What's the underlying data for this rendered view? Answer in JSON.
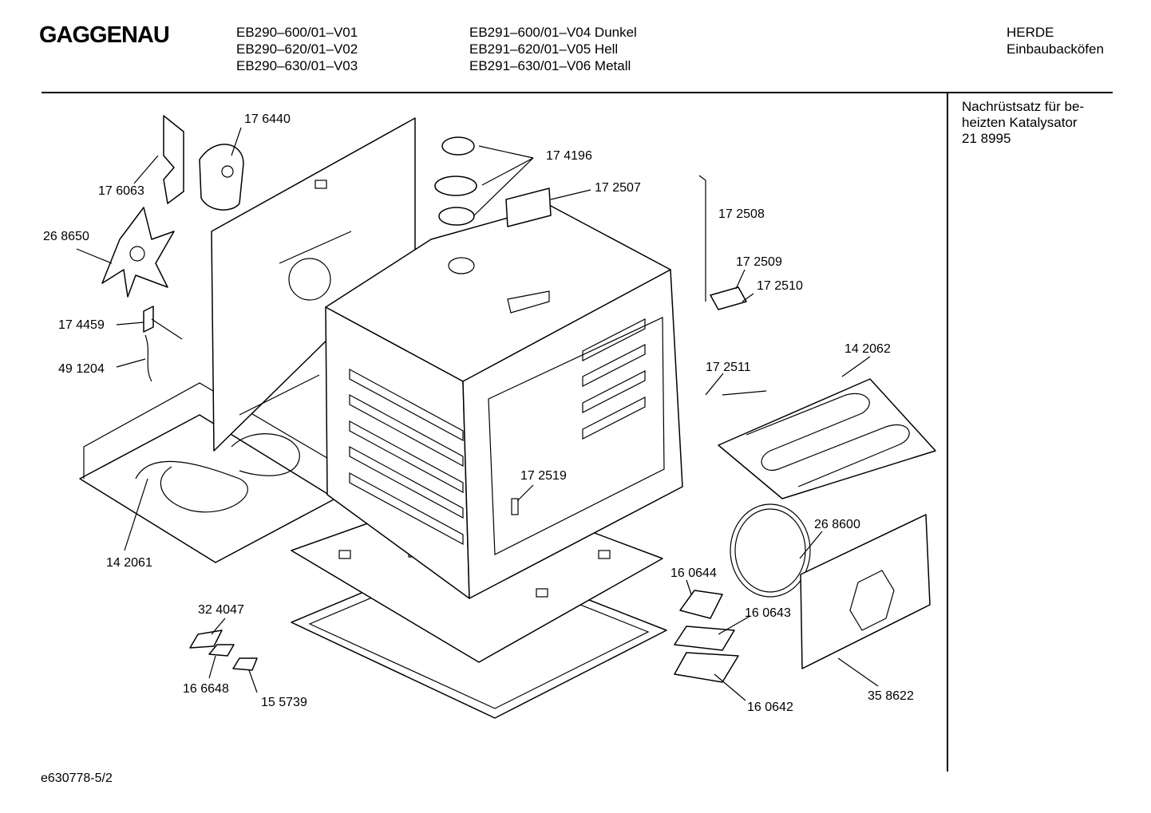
{
  "header": {
    "brand": "GAGGENAU",
    "models_col1": [
      "EB290–600/01–V01",
      "EB290–620/01–V02",
      "EB290–630/01–V03"
    ],
    "models_col2": [
      "EB291–600/01–V04 Dunkel",
      "EB291–620/01–V05 Hell",
      "EB291–630/01–V06 Metall"
    ],
    "category": [
      "HERDE",
      "Einbaubacköfen"
    ]
  },
  "retrofit_note": [
    "Nachrüstsatz für be-",
    "heizten Katalysator",
    "21 8995"
  ],
  "part_labels": {
    "p176440": "17 6440",
    "p176063": "17 6063",
    "p268650": "26 8650",
    "p174459": "17 4459",
    "p491204": "49 1204",
    "p142061": "14 2061",
    "p174196": "17 4196",
    "p172507": "17 2507",
    "p172508": "17 2508",
    "p172509": "17 2509",
    "p172510": "17 2510",
    "p142062": "14 2062",
    "p172511": "17 2511",
    "p172519": "17 2519",
    "p268600": "26 8600",
    "p160644": "16 0644",
    "p160643": "16 0643",
    "p160642": "16 0642",
    "p358622": "35 8622",
    "p324047": "32 4047",
    "p166648": "16 6648",
    "p155739": "15 5739"
  },
  "footer": {
    "drawing_id": "e630778-5/2"
  }
}
